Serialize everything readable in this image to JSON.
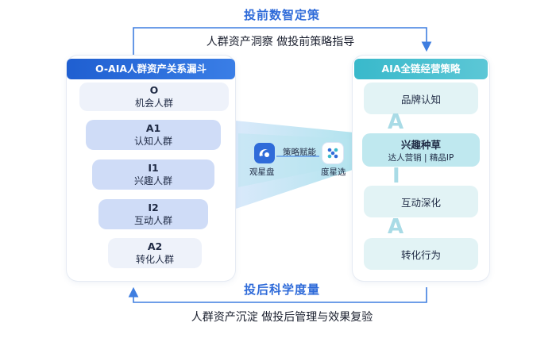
{
  "top": {
    "title": "投前数智定策",
    "subtitle": "人群资产洞察 做投前策略指导"
  },
  "bottom": {
    "title": "投后科学度量",
    "subtitle": "人群资产沉淀 做投后管理与效果复验"
  },
  "left_panel": {
    "header": "O-AIA人群资产关系漏斗",
    "stages": [
      {
        "code": "O",
        "name": "机会人群"
      },
      {
        "code": "A1",
        "name": "认知人群"
      },
      {
        "code": "I1",
        "name": "兴趣人群"
      },
      {
        "code": "I2",
        "name": "互动人群"
      },
      {
        "code": "A2",
        "name": "转化人群"
      }
    ]
  },
  "middle": {
    "left_tool": "观星盘",
    "right_tool": "度星选",
    "link_label": "策略赋能"
  },
  "right_panel": {
    "header": "AIA全链经营策略",
    "steps": [
      {
        "name": "品牌认知"
      },
      {
        "name": "兴趣种草",
        "sub": "达人营销 | 精品IP"
      },
      {
        "name": "互动深化"
      },
      {
        "name": "转化行为"
      }
    ],
    "letters": [
      "A",
      "I",
      "A"
    ]
  },
  "colors": {
    "accent_blue": "#2f6bd9",
    "teal": "#2fb6c7"
  }
}
